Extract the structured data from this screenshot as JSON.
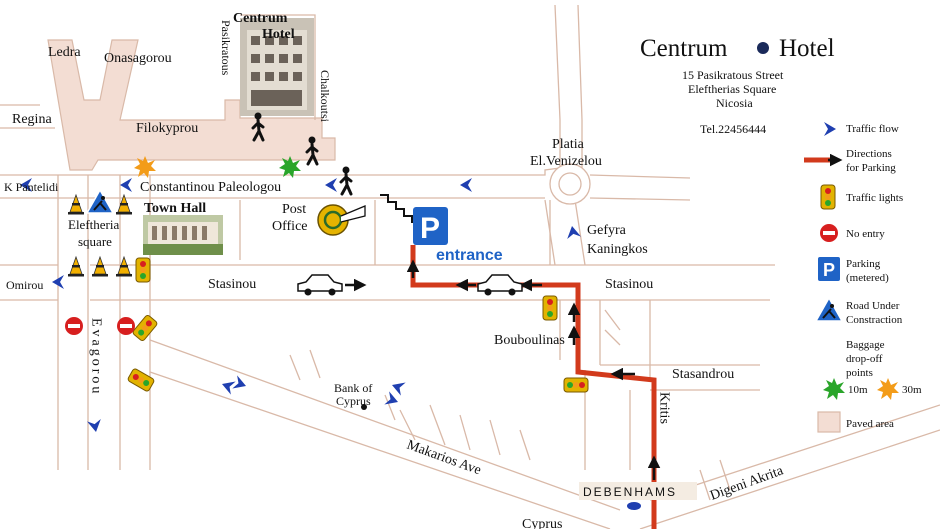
{
  "colors": {
    "road": "#d9b9a8",
    "paved": "#f3ddd3",
    "route": "#d23a1c",
    "parking": "#1f63c6",
    "flow_arrow": "#1f3fb0",
    "no_entry": "#d71f1f",
    "drop_10m": "#2aa52a",
    "drop_30m": "#f39c19"
  },
  "header": {
    "title_left": "Centrum",
    "title_right": "Hotel",
    "address_1": "15 Pasikratous Street",
    "address_2": "Eleftherias Square",
    "address_3": "Nicosia",
    "phone": "Tel.22456444"
  },
  "streets": {
    "ledra": "Ledra",
    "onasagorou": "Onasagorou",
    "regina": "Regina",
    "filokyprou": "Filokyprou",
    "k_pantelidi": "K Pantelidi",
    "constantinou": "Constantinou Paleologou",
    "stasinou_left": "Stasinou",
    "stasinou_right": "Stasinou",
    "omirou": "Omirou",
    "evagorou": "Evagorou",
    "pasikratous": "Pasikratous",
    "chalkoutsi": "Chalkoutsi",
    "platia": "Platia",
    "el_venizelou": "El.Venizelou",
    "gefyra": "Gefyra",
    "kaningkos": "Kaningkos",
    "bouboulinas": "Bouboulinas",
    "stasandrou": "Stasandrou",
    "kritis": "Kritis",
    "makarios": "Makarios Ave",
    "digeni": "Digeni Akrita",
    "cyprus": "Cyprus"
  },
  "places": {
    "hotel_line1": "Centrum",
    "hotel_line2": "Hotel",
    "town_hall": "Town Hall",
    "post_line1": "Post",
    "post_line2": "Office",
    "eleftheria_1": "Eleftheria",
    "eleftheria_2": "square",
    "bank_line1": "Bank of",
    "bank_line2": "Cyprus",
    "parking_entrance": "entrance",
    "debenhams": "DEBENHAMS"
  },
  "legend": {
    "traffic_flow": "Traffic flow",
    "directions_1": "Directions",
    "directions_2": "for Parking",
    "traffic_lights": "Traffic lights",
    "no_entry": "No entry",
    "parking_1": "Parking",
    "parking_2": "(metered)",
    "road_works_1": "Road Under",
    "road_works_2": "Constraction",
    "baggage_1": "Baggage",
    "baggage_2": "drop-off",
    "baggage_3": "points",
    "drop_10m": "10m",
    "drop_30m": "30m",
    "paved_area": "Paved area"
  },
  "icons": {
    "parking": "P",
    "flow": "traffic-flow-arrow-icon",
    "pedestrian": "pedestrian-icon",
    "car": "car-icon",
    "traffic_light": "traffic-light-icon",
    "no_entry": "no-entry-icon",
    "road_works": "road-works-icon",
    "cone": "traffic-cone-icon",
    "post_horn": "post-horn-icon"
  }
}
